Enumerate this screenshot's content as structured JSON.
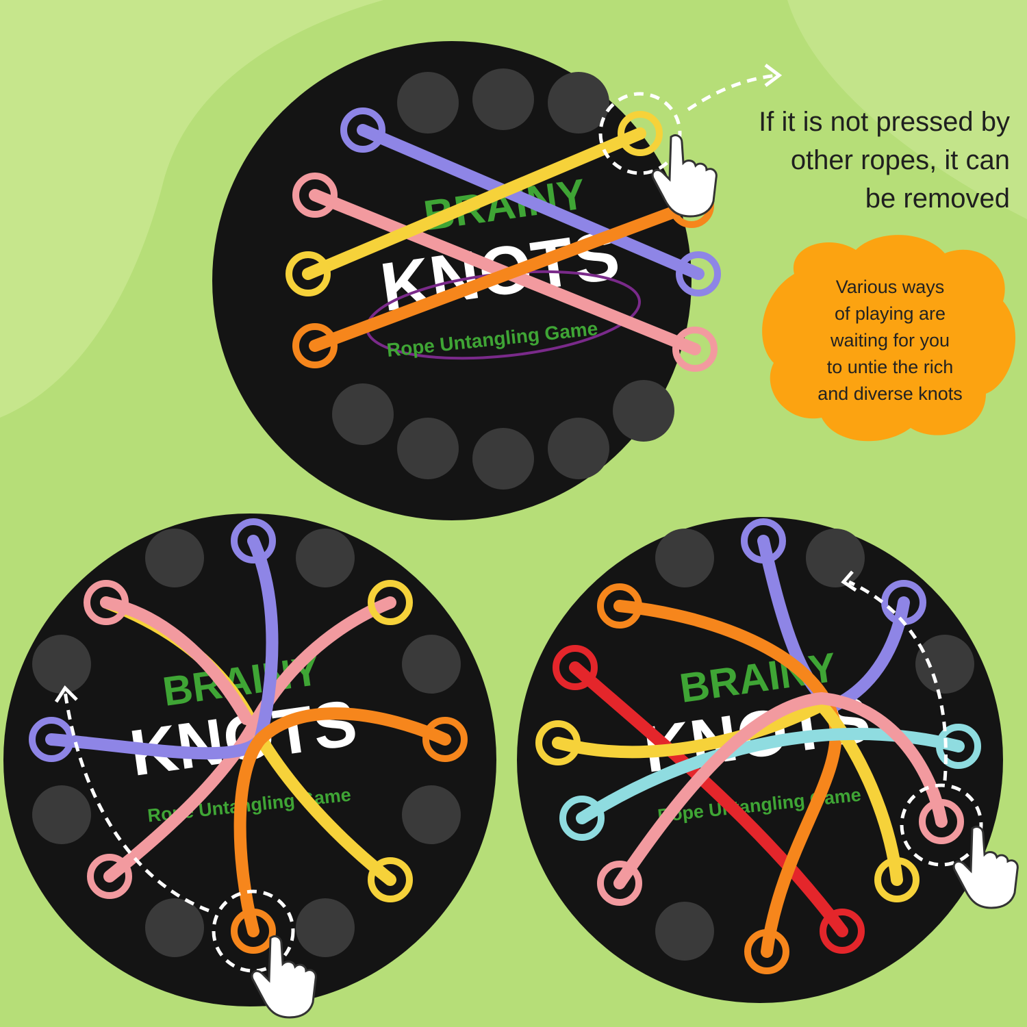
{
  "caption_removable": [
    "If it is not pressed by",
    "other ropes, it can",
    "be removed"
  ],
  "cloud_note": [
    "Various ways",
    "of playing are",
    "waiting for you",
    "to untie the rich",
    "and diverse knots"
  ],
  "logo": {
    "line1": "BRAINY",
    "line2": "KNOTS",
    "tagline": "Rope Untangling Game"
  },
  "colors": {
    "background": "#b6de78",
    "board": "#141414",
    "cloud": "#fca311",
    "purple": "#8e85e6",
    "pink": "#f29a9f",
    "yellow": "#f6d23a",
    "orange": "#f6861c",
    "red": "#e4262b",
    "cyan": "#8fdce0",
    "logo_green": "#3fa535"
  },
  "icons": [
    "hand-pointer-icon",
    "dashed-arrow-icon"
  ]
}
